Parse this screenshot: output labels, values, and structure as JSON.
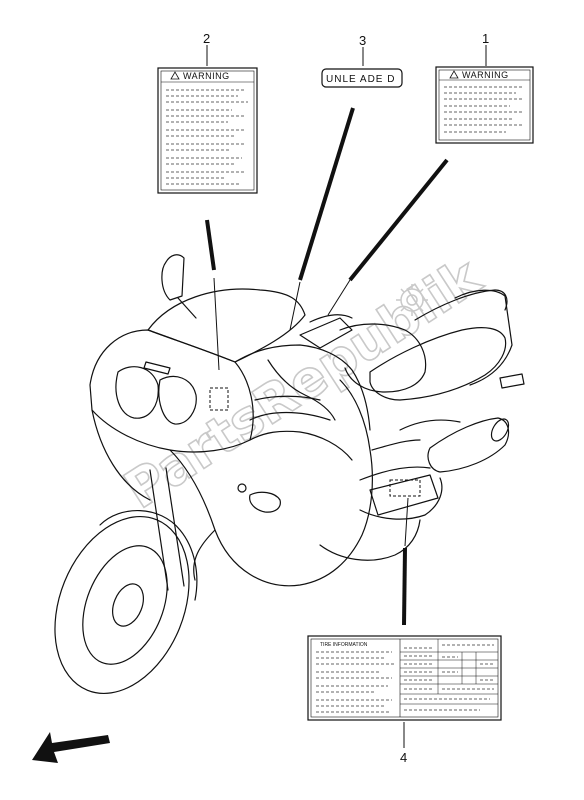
{
  "callouts": [
    {
      "number": "1"
    },
    {
      "number": "2"
    },
    {
      "number": "3"
    },
    {
      "number": "4"
    }
  ],
  "labels": {
    "warning_1": "WARNING",
    "warning_2": "WARNING",
    "unleaded": "UNLE ADE D",
    "tire_info_heading": "TIRE INFORMATION"
  },
  "watermark": "PartsRepublik",
  "icons": [
    "warning-triangle-icon",
    "gear-logo-icon",
    "direction-arrow-icon"
  ]
}
